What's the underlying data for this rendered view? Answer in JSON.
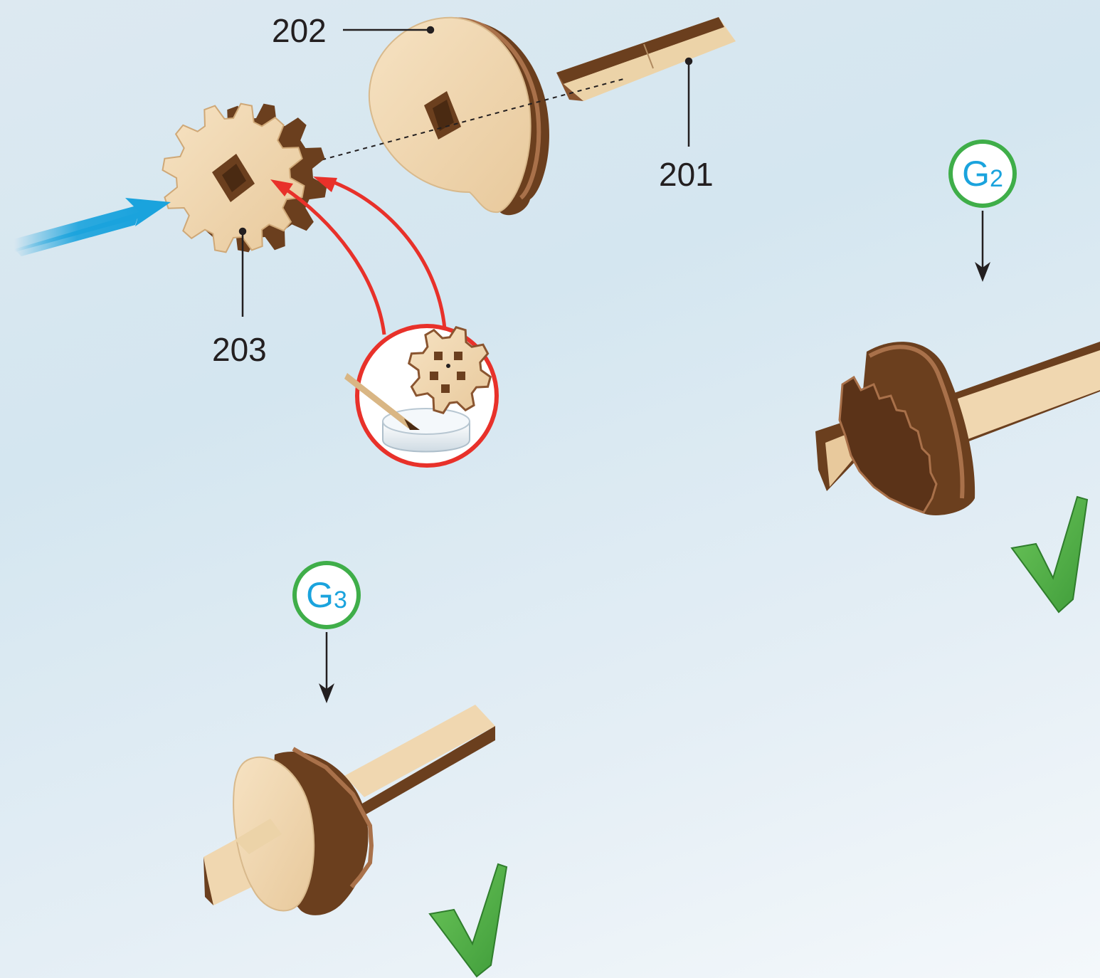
{
  "labels": {
    "part_202": "202",
    "part_201": "201",
    "part_203": "203"
  },
  "badges": {
    "g2": {
      "letter": "G",
      "number": "2"
    },
    "g3": {
      "letter": "G",
      "number": "3"
    }
  },
  "colors": {
    "wood_light": "#f0d7b0",
    "wood_dark": "#6b3f1e",
    "arrow_blue": "#1aa3dd",
    "arrow_red": "#e8312a",
    "badge_ring": "#3fae49",
    "badge_text": "#1aa3dd",
    "check_green": "#55b947"
  },
  "icons": [
    "blue-arrow-icon",
    "glue-cup-icon",
    "checkmark-icon"
  ]
}
